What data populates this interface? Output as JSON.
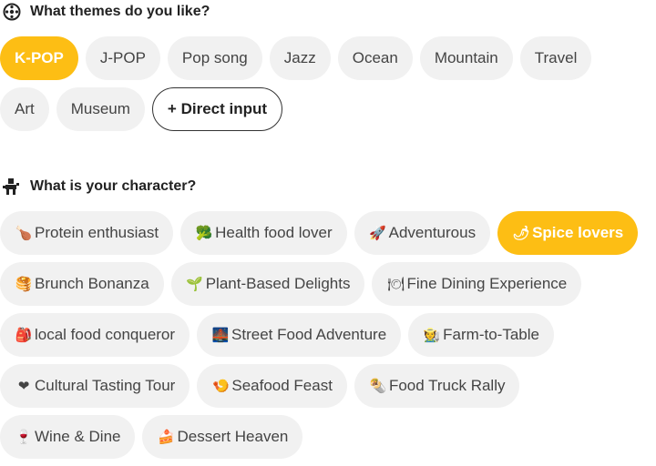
{
  "themes": {
    "title": "What themes do you like?",
    "icon": "film-reel-icon",
    "rows": [
      [
        {
          "label": "K-POP",
          "selected": true
        },
        {
          "label": "J-POP"
        },
        {
          "label": "Pop song"
        },
        {
          "label": "Jazz"
        },
        {
          "label": "Ocean"
        },
        {
          "label": "Mountain"
        },
        {
          "label": "Travel"
        }
      ],
      [
        {
          "label": "Art"
        },
        {
          "label": "Museum"
        },
        {
          "label": "+ Direct input",
          "outline": true
        }
      ]
    ]
  },
  "character": {
    "title": "What is your character?",
    "icon": "character-icon",
    "rows": [
      [
        {
          "label": "Protein enthusiast",
          "emoji": "🍗",
          "icon": "drumstick-icon"
        },
        {
          "label": "Health food lover",
          "emoji": "🥦",
          "icon": "broccoli-icon"
        },
        {
          "label": "Adventurous",
          "emoji": "🚀",
          "icon": "rocket-icon"
        },
        {
          "label": "Spice lovers",
          "emoji": "🌶",
          "icon": "chili-pepper-icon",
          "selected": true
        }
      ],
      [
        {
          "label": "Brunch Bonanza",
          "emoji": "🥞",
          "icon": "pancakes-icon"
        },
        {
          "label": "Plant-Based Delights",
          "emoji": "🌱",
          "icon": "seedling-icon"
        },
        {
          "label": "Fine Dining Experience",
          "emoji": "🍽",
          "icon": "plate-cutlery-icon"
        }
      ],
      [
        {
          "label": "local food conqueror",
          "emoji": "🎒",
          "icon": "backpack-icon"
        },
        {
          "label": "Street Food Adventure",
          "emoji": "🌉",
          "icon": "night-street-icon"
        },
        {
          "label": "Farm-to-Table",
          "emoji": "🧑‍🌾",
          "icon": "farmer-icon"
        }
      ],
      [
        {
          "label": "Cultural Tasting Tour",
          "emoji": "❤",
          "icon": "heart-icon"
        },
        {
          "label": "Seafood Feast",
          "emoji": "🍤",
          "icon": "shrimp-icon"
        },
        {
          "label": "Food Truck Rally",
          "emoji": "🌯",
          "icon": "burrito-icon"
        }
      ],
      [
        {
          "label": "Wine & Dine",
          "emoji": "🍷",
          "icon": "wine-glass-icon"
        },
        {
          "label": "Dessert Heaven",
          "emoji": "🍰",
          "icon": "cake-icon"
        }
      ]
    ]
  },
  "colors": {
    "accent": "#fdbe14",
    "chip_bg": "#f1f1f1",
    "text": "#444444"
  }
}
